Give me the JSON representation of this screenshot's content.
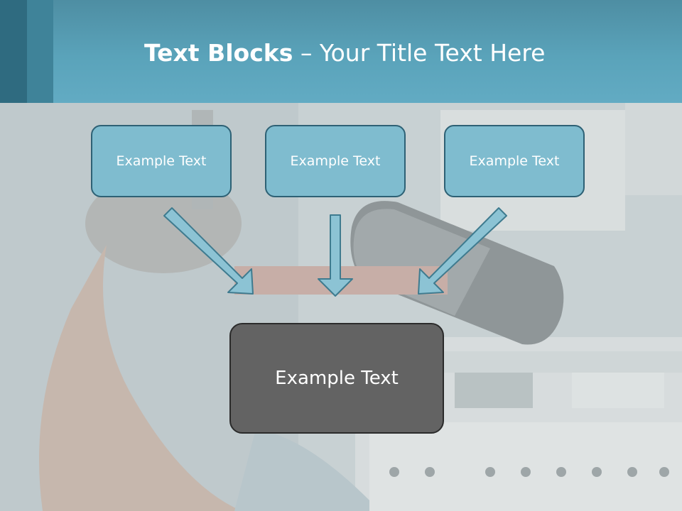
{
  "slide": {
    "title_bold": "Text Blocks",
    "title_dash": " – ",
    "title_rest": "Your Title Text Here"
  },
  "blocks": {
    "top": [
      {
        "label": "Example Text"
      },
      {
        "label": "Example Text"
      },
      {
        "label": "Example Text"
      }
    ],
    "bottom": {
      "label": "Example Text"
    }
  },
  "colors": {
    "header": "#5aa3ba",
    "box_fill": "#7fbccf",
    "box_border": "#2e6175",
    "arrow_fill": "#8cc3d4",
    "bottom_box_fill": "#636363"
  },
  "icons": {
    "arrows": [
      "arrow-down-right-icon",
      "arrow-down-icon",
      "arrow-down-left-icon"
    ]
  }
}
